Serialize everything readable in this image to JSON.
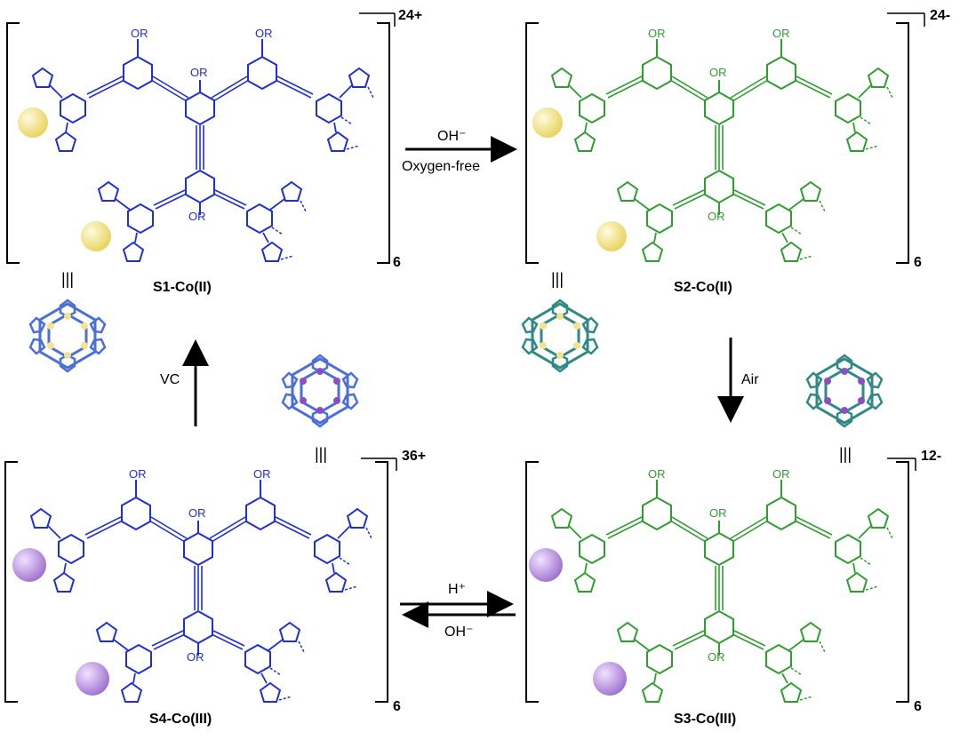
{
  "colors": {
    "blue": "#1f2ed6",
    "green": "#2e9e2e",
    "cage_blue": "#4a6fd8",
    "cage_teal": "#2f8a86",
    "co2": "#f3e48a",
    "co3": "#b58ad9",
    "black": "#000000"
  },
  "complexes": {
    "s1": {
      "name": "S1-Co(II)",
      "charge": "24+",
      "multiplicity": "6",
      "substituent": "OR",
      "metal": "Co(II)"
    },
    "s2": {
      "name": "S2-Co(II)",
      "charge": "24-",
      "multiplicity": "6",
      "substituent": "OR",
      "metal": "Co(II)"
    },
    "s3": {
      "name": "S3-Co(III)",
      "charge": "12-",
      "multiplicity": "6",
      "substituent": "OR",
      "metal": "Co(III)"
    },
    "s4": {
      "name": "S4-Co(III)",
      "charge": "36+",
      "multiplicity": "6",
      "substituent": "OR",
      "metal": "Co(III)"
    }
  },
  "reactions": {
    "s1_to_s2": {
      "reagent": "OH⁻",
      "condition": "Oxygen-free"
    },
    "s2_to_s3": {
      "reagent": "Air"
    },
    "s3_s4": {
      "forward": "H⁺",
      "reverse": "OH⁻"
    },
    "s4_to_s1": {
      "reagent": "VC"
    }
  },
  "equivalence_symbol": "|||"
}
